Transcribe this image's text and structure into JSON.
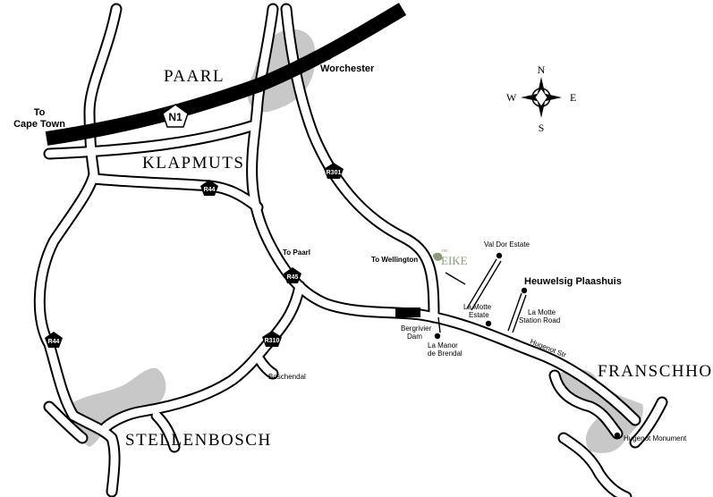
{
  "towns": {
    "paarl": "PAARL",
    "klapmuts": "KLAPMUTS",
    "stellenbosch": "STELLENBOSCH",
    "franschhoek": "FRANSCHHOEK"
  },
  "directions": {
    "to_cape_town_1": "To",
    "to_cape_town_2": "Cape Town",
    "to_worchester_1": "To",
    "to_worchester_2": "Worchester",
    "to_paarl": "To Paarl",
    "to_wellington": "To Wellington"
  },
  "routes": {
    "n1": "N1",
    "r44_top": "R44",
    "r44_left": "R44",
    "r301": "R301",
    "r45": "R45",
    "r310": "R310"
  },
  "places": {
    "boschendal": "Boschendal",
    "bergrivier_1": "Bergrivier",
    "bergrivier_2": "Dam",
    "la_manor_1": "La Manor",
    "la_manor_2": "de Brendal",
    "la_motte_estate_1": "La Motte",
    "la_motte_estate_2": "Estate",
    "la_motte_station_1": "La Motte",
    "la_motte_station_2": "Station Road",
    "val_dor": "Val Dor Estate",
    "heuwelsig": "Heuwelsig Plaashuis",
    "hugenot_str": "Hugenot Str",
    "hugenot_monument": "Hugenot Monument",
    "eike_logo_small": "THE",
    "eike_logo_main": "EIKE"
  },
  "compass": {
    "n": "N",
    "s": "S",
    "e": "E",
    "w": "W"
  },
  "colors": {
    "town_area": "#c8c8c8",
    "road": "#000000",
    "highway": "#000000"
  }
}
